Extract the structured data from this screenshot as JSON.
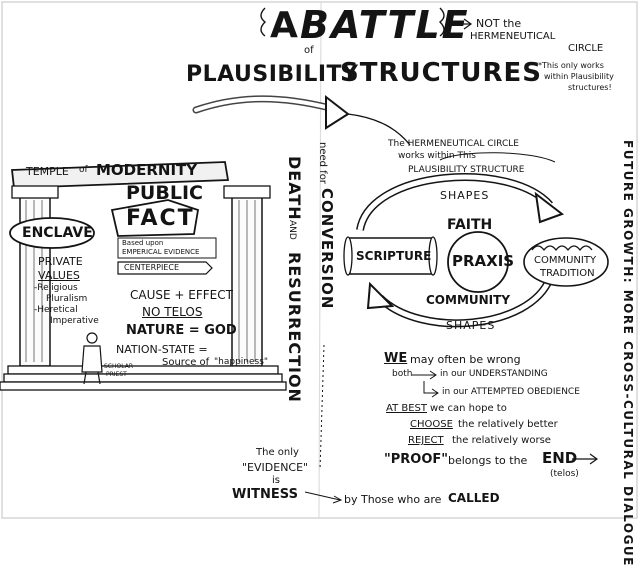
{
  "title": {
    "a": "A",
    "battle": "BATTLE",
    "of": "of",
    "plausibility": "PLAUSIBILITY",
    "structures": "STRUCTURES"
  },
  "title_notes": {
    "not_the": "NOT the",
    "hermeneutical": "HERMENEUTICAL",
    "circle": "CIRCLE",
    "footnote_1": "*This only works",
    "footnote_2": "within Plausibility",
    "footnote_3": "structures!"
  },
  "temple": {
    "heading_1": "TEMPLE",
    "heading_of": "of",
    "heading_2": "MODERNITY",
    "public": "PUBLIC",
    "fact": "FACT",
    "based_1": "Based upon",
    "based_2": "EMPERICAL EVIDENCE",
    "centerpiece": "CENTERPIECE",
    "enclave": "ENCLAVE",
    "private": "PRIVATE",
    "values": "VALUES",
    "religious_1": "-Religious",
    "religious_2": "Pluralism",
    "heretical_1": "-Heretical",
    "heretical_2": "Imperative",
    "cause_effect": "CAUSE + EFFECT",
    "no_telos": "NO TELOS",
    "nature_god": "NATURE = GOD",
    "nation_state": "NATION-STATE =",
    "source_of": "Source of",
    "happiness": "\"happiness\"",
    "scholar_1": "SCHOLAR",
    "scholar_2": "PRIEST"
  },
  "middle": {
    "need_for": "need for",
    "conversion": "CONVERSION",
    "death": "DEATH",
    "and": "AND",
    "resurrection": "RESURRECTION",
    "only_1": "The only",
    "only_2": "\"EVIDENCE\"",
    "only_3": "is",
    "witness": "WITNESS"
  },
  "circle": {
    "intro_1": "The HERMENEUTICAL CIRCLE",
    "intro_2": "works within This",
    "intro_3": "PLAUSIBILITY STRUCTURE",
    "shapes_top": "SHAPES",
    "faith": "FAITH",
    "scripture": "SCRIPTURE",
    "praxis": "PRAXIS",
    "community_top": "COMMUNITY",
    "tradition": "TRADITION",
    "community_bottom": "COMMUNITY",
    "shapes_bottom": "SHAPES"
  },
  "notes": {
    "we_1": "WE",
    "we_2": "may often be wrong",
    "both": "both",
    "understanding": "in our UNDERSTANDING",
    "obedience": "in our ATTEMPTED OBEDIENCE",
    "at_best_1": "AT BEST",
    "at_best_2": "we can hope to",
    "choose_1": "CHOOSE",
    "choose_2": "the relatively better",
    "reject_1": "REJECT",
    "reject_2": "the relatively worse",
    "proof_1": "\"PROOF\"",
    "proof_2": "belongs to the",
    "end": "END",
    "telos": "(telos)",
    "called_1": "by Those who are",
    "called_2": "CALLED"
  },
  "side": {
    "future": "FUTURE GROWTH: MORE CROSS-CULTURAL DIALOGUE"
  }
}
